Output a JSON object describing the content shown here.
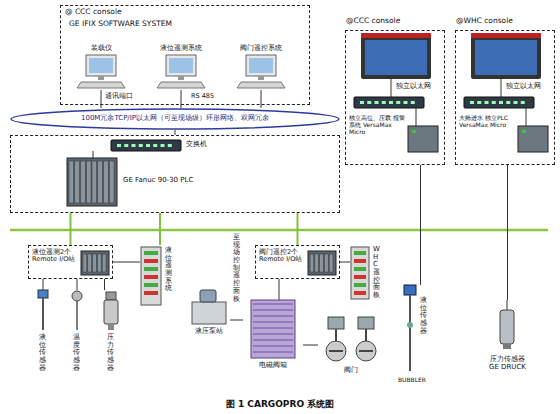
{
  "diagram": {
    "caption": "图 1 CARGOPRO 系统图",
    "nodes": [
      {
        "text": [
          "@ CCC console",
          "GE IFIX SOFTWARE SYSTEM"
        ]
      },
      {
        "text": [
          "装载仪"
        ],
        "in": 0
      },
      {
        "text": [
          "液位遥测系统"
        ],
        "in": 0
      },
      {
        "text": [
          "阀门遥控系统"
        ],
        "in": 0
      },
      {
        "text": [
          "100M冗余TCP/IP以太网（可至现场级）环形网络、双网冗余"
        ]
      },
      {
        "text": [
          "交换机",
          "GE Fanuc 90-30 PLC"
        ]
      },
      {
        "text": [
          "@CCC console",
          "独立以太网",
          "独立高位、压载 报警系统 VersaMax Micro"
        ]
      },
      {
        "text": [
          "@WHC console",
          "独立以太网",
          "大舱进水 独立PLC VersaMax Micro"
        ]
      },
      {
        "text": [
          "液位遥测2个 Remote I/O站"
        ]
      },
      {
        "text": [
          "液位遥测系统"
        ]
      },
      {
        "text": [
          "液压泵站"
        ]
      },
      {
        "text": [
          "电磁阀箱"
        ]
      },
      {
        "text": [
          "阀门遥控2个 Remote I/O站"
        ]
      },
      {
        "text": [
          "WHC遥控面板"
        ]
      },
      {
        "text": [
          "液位传感器"
        ]
      },
      {
        "text": [
          "温度传感器"
        ]
      },
      {
        "text": [
          "压力传感器"
        ]
      },
      {
        "text": [
          "阀门"
        ]
      },
      {
        "text": [
          "液位传感器",
          "BUBBLER"
        ]
      },
      {
        "text": [
          "压力传感器 GE DRUCK"
        ]
      }
    ],
    "edges": [
      {
        "from": 1,
        "to": 4,
        "arrow": "none"
      },
      {
        "from": 2,
        "to": 4,
        "arrow": "none"
      },
      {
        "from": 3,
        "to": 4,
        "arrow": "none"
      },
      {
        "from": 4,
        "to": 5,
        "arrow": "none"
      },
      {
        "from": 5,
        "to": 8,
        "arrow": "none"
      },
      {
        "from": 5,
        "to": 9,
        "arrow": "none"
      },
      {
        "from": 5,
        "to": 12,
        "arrow": "none"
      },
      {
        "from": 8,
        "to": 9,
        "arrow": "none"
      },
      {
        "from": 8,
        "to": 14,
        "arrow": "none"
      },
      {
        "from": 8,
        "to": 15,
        "arrow": "none"
      },
      {
        "from": 8,
        "to": 16,
        "arrow": "none"
      },
      {
        "from": 10,
        "to": 11,
        "arrow": "none"
      },
      {
        "from": 12,
        "to": 11,
        "arrow": "none"
      },
      {
        "from": 12,
        "to": 13,
        "arrow": "none"
      },
      {
        "from": 11,
        "to": 17,
        "arrow": "none"
      },
      {
        "from": 6,
        "to": 18,
        "arrow": "none"
      },
      {
        "from": 7,
        "to": 19,
        "arrow": "none"
      }
    ],
    "labels": [
      "RS 485",
      "通讯端口",
      "至现场控制遥控面板"
    ]
  }
}
